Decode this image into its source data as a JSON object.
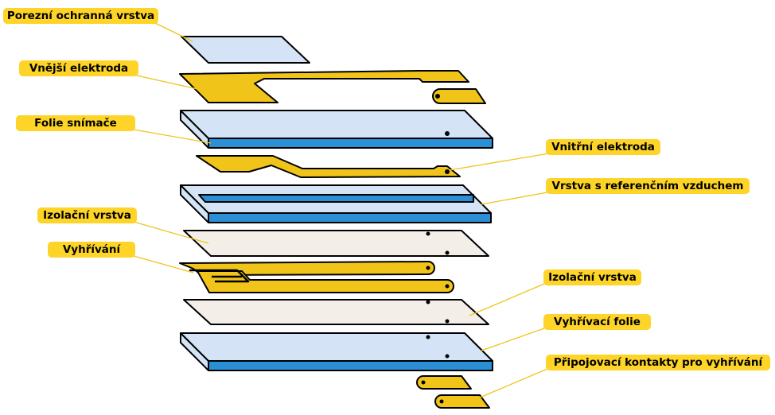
{
  "labels": {
    "porezni": "Porezní ochranná vrstva",
    "vnejsi": "Vnější elektroda",
    "folie_snimace": "Folie snímače",
    "vnitrni": "Vnitřní elektroda",
    "referencni": "Vrstva s referenčním vzduchem",
    "izolacni_1": "Izolační vrstva",
    "vyhrivani": "Vyhřívání",
    "izolacni_2": "Izolační vrstva",
    "vyhrivaci_folie": "Vyhřívací folie",
    "kontakty": "Připojovací kontakty pro vyhřívání"
  },
  "colors": {
    "light_blue": "#d4e4f6",
    "edge_blue": "#2b8fd6",
    "gold": "#f0c419",
    "beige": "#f4eee8",
    "label_bg": "#fdd427",
    "leader": "#f0c419",
    "outline": "#000000"
  }
}
